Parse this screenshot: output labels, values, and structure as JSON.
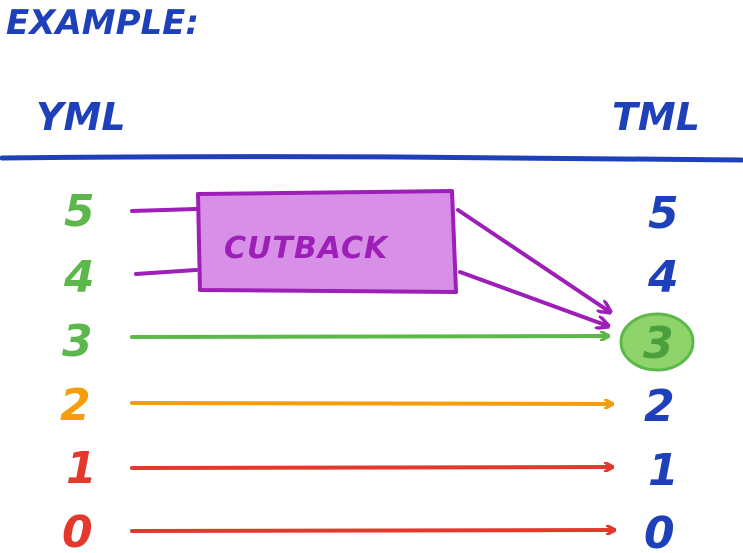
{
  "title": "EXAMPLE:",
  "headers": {
    "left": "YML",
    "right": "TML"
  },
  "box_label": "CUTBACK",
  "left_levels": [
    "5",
    "4",
    "3",
    "2",
    "1",
    "0"
  ],
  "right_levels": [
    "5",
    "4",
    "3",
    "2",
    "1",
    "0"
  ],
  "highlighted_level": "3",
  "colors": {
    "ink_blue": "#1e40b8",
    "green": "#5cb84a",
    "orange": "#f59e0b",
    "red": "#e5382d",
    "purple": "#9d1fb8",
    "purple_fill": "#d88fe8",
    "highlight_fill": "#8fd46a"
  }
}
